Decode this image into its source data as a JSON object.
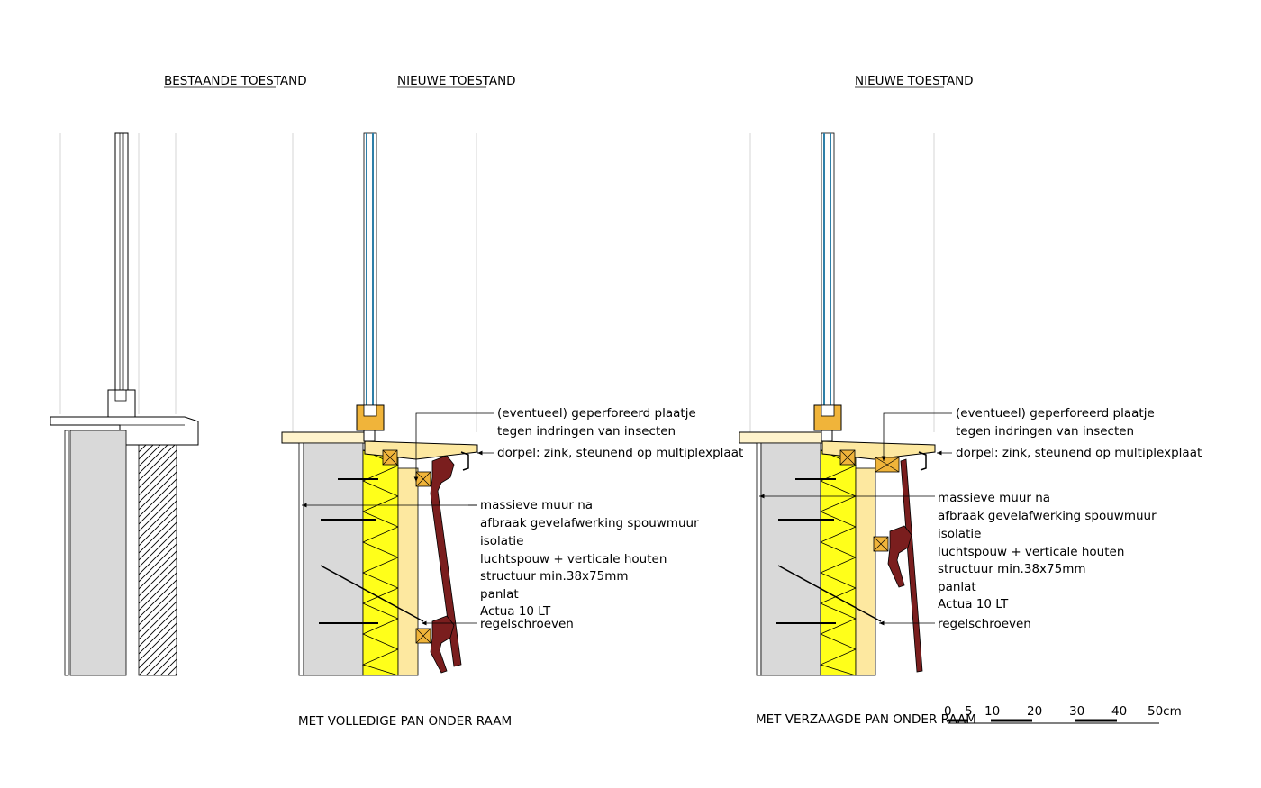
{
  "titles": {
    "existing": "BESTAANDE TOESTAND",
    "new_left": "NIEUWE TOESTAND",
    "new_right": "NIEUWE TOESTAND"
  },
  "captions": {
    "left": "MET VOLLEDIGE  PAN ONDER RAAM",
    "right": "MET VERZAAGDE  PAN ONDER RAAM"
  },
  "annotations": {
    "plate_line1": "(eventueel) geperforeerd plaatje",
    "plate_line2": "tegen indringen van insecten",
    "dorpel": "dorpel: zink, steunend op multiplexplaat",
    "massive_wall_line1": "massieve muur na",
    "massive_wall_line2": "afbraak gevelafwerking spouwmuur",
    "insulation": "isolatie",
    "airgap_line1": "luchtspouw + verticale houten",
    "airgap_line2": "structuur min.38x75mm",
    "panlat": "panlat",
    "actua": "Actua 10 LT",
    "screws": "regelschroeven"
  },
  "scale_bar": {
    "ticks": [
      "0",
      "5",
      "10",
      "20",
      "30",
      "40",
      "50cm"
    ]
  },
  "colors": {
    "insulation": "#ffff1a",
    "timber": "#fde8a0",
    "batten": "#f0b43a",
    "tile": "#7a1e1e",
    "concrete": "#d9d9d9",
    "glass": "#2e7fa8",
    "sill": "#fff3cc"
  }
}
